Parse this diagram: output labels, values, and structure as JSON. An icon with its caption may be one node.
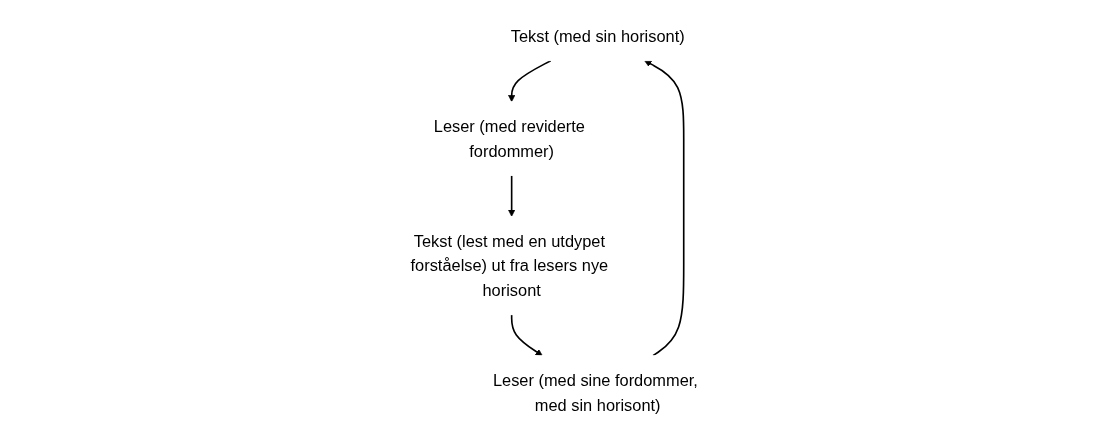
{
  "diagram": {
    "nodes": [
      {
        "text": [
          "Tekst (med sin horisont)"
        ]
      },
      {
        "text": [
          "Leser (med sine fordommer, med sin horisont)"
        ]
      },
      {
        "text": [
          "Leser (med reviderte fordommer)"
        ]
      },
      {
        "text": [
          "Tekst (lest med en utdypet forståelse) ut fra lesers nye horisont"
        ]
      }
    ],
    "edges": [
      {
        "from": 1,
        "to": 0,
        "arrow": "to"
      },
      {
        "from": 0,
        "to": 2,
        "arrow": "to"
      },
      {
        "from": 2,
        "to": 3,
        "arrow": "to"
      },
      {
        "from": 3,
        "to": 1,
        "arrow": "to"
      }
    ]
  }
}
